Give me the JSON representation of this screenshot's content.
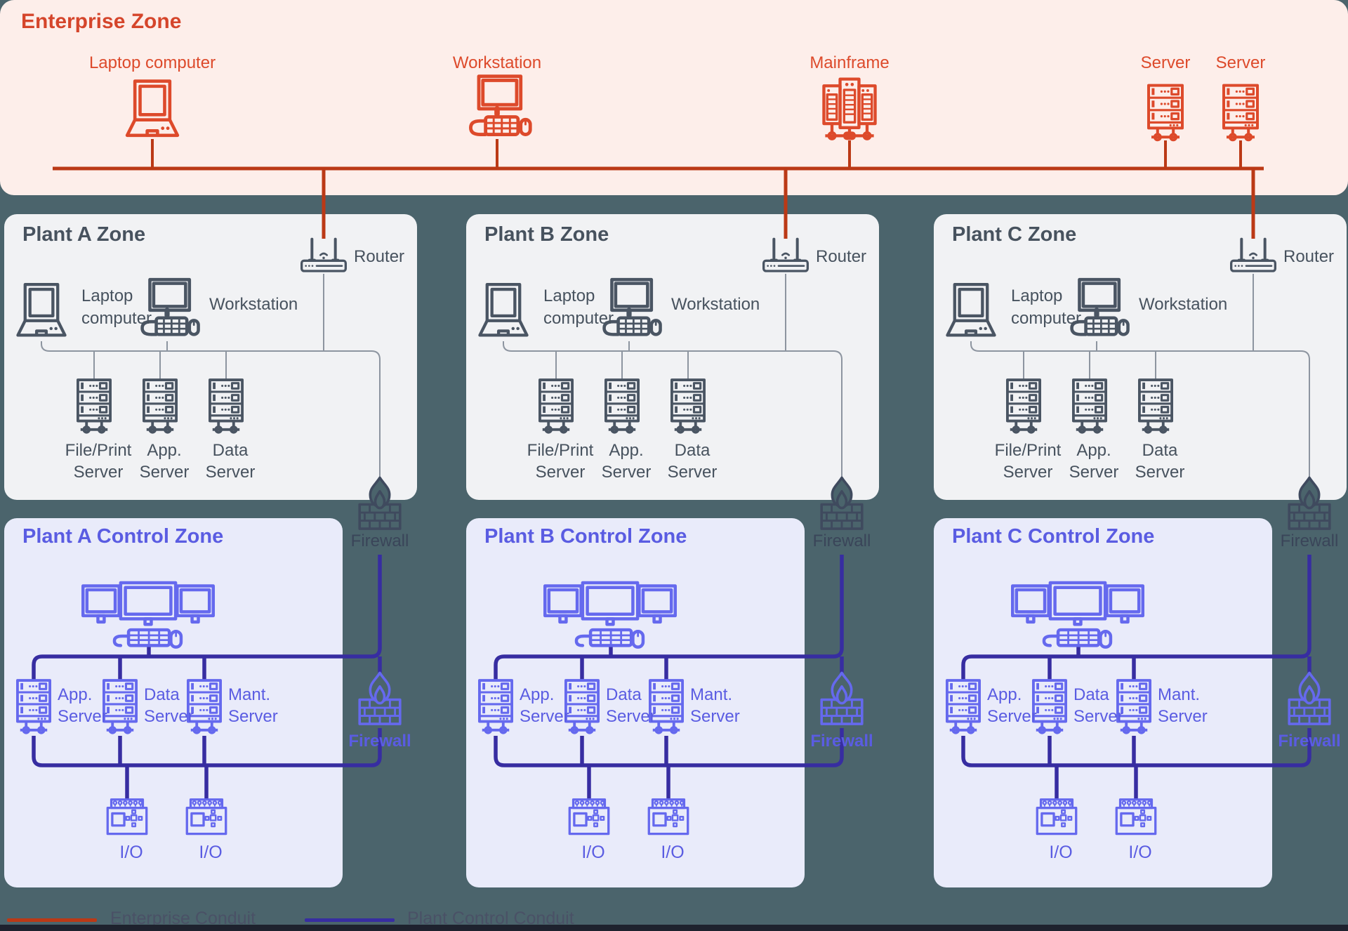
{
  "colors": {
    "background": "#4b646c",
    "bottom_bar": "#1e222e",
    "ent_bg": "#fdeeea",
    "ent_accent": "#dd4a2b",
    "ent_title": "#d5452b",
    "ent_conduit": "#bb3916",
    "plant_bg": "#f1f2f4",
    "plant_text": "#47525e",
    "plant_icon": "#4a5563",
    "gray_line": "#8d95a0",
    "ctrl_bg": "#e9ebfa",
    "ctrl_text": "#5a5ce2",
    "ctrl_icon": "#6569ee",
    "ctrl_conduit": "#372da1",
    "fw_dark": "#3f4a5e",
    "fw_dark_label": "#3a4559",
    "legend_text": "#4a5166"
  },
  "enterprise_zone": {
    "title": "Enterprise Zone",
    "devices": [
      "Laptop computer",
      "Workstation",
      "Mainframe",
      "Server",
      "Server"
    ]
  },
  "plant_zones": [
    {
      "title": "Plant A Zone",
      "router": "Router",
      "laptop": [
        "Laptop",
        "computer"
      ],
      "workstation": "Workstation",
      "servers": [
        [
          "File/Print",
          "Server"
        ],
        [
          "App.",
          "Server"
        ],
        [
          "Data",
          "Server"
        ]
      ],
      "firewall": "Firewall"
    },
    {
      "title": "Plant B Zone",
      "router": "Router",
      "laptop": [
        "Laptop",
        "computer"
      ],
      "workstation": "Workstation",
      "servers": [
        [
          "File/Print",
          "Server"
        ],
        [
          "App.",
          "Server"
        ],
        [
          "Data",
          "Server"
        ]
      ],
      "firewall": "Firewall"
    },
    {
      "title": "Plant C Zone",
      "router": "Router",
      "laptop": [
        "Laptop",
        "computer"
      ],
      "workstation": "Workstation",
      "servers": [
        [
          "File/Print",
          "Server"
        ],
        [
          "App.",
          "Server"
        ],
        [
          "Data",
          "Server"
        ]
      ],
      "firewall": "Firewall"
    }
  ],
  "control_zones": [
    {
      "title": "Plant A Control Zone",
      "servers": [
        [
          "App.",
          "Server"
        ],
        [
          "Data",
          "Server"
        ],
        [
          "Mant.",
          "Server"
        ]
      ],
      "io": [
        "I/O",
        "I/O"
      ],
      "firewall": "Firewall"
    },
    {
      "title": "Plant B Control Zone",
      "servers": [
        [
          "App.",
          "Server"
        ],
        [
          "Data",
          "Server"
        ],
        [
          "Mant.",
          "Server"
        ]
      ],
      "io": [
        "I/O",
        "I/O"
      ],
      "firewall": "Firewall"
    },
    {
      "title": "Plant C Control Zone",
      "servers": [
        [
          "App.",
          "Server"
        ],
        [
          "Data",
          "Server"
        ],
        [
          "Mant.",
          "Server"
        ]
      ],
      "io": [
        "I/O",
        "I/O"
      ],
      "firewall": "Firewall"
    }
  ],
  "legend": {
    "enterprise": "Enterprise Conduit",
    "plant_control": "Plant Control Conduit"
  }
}
